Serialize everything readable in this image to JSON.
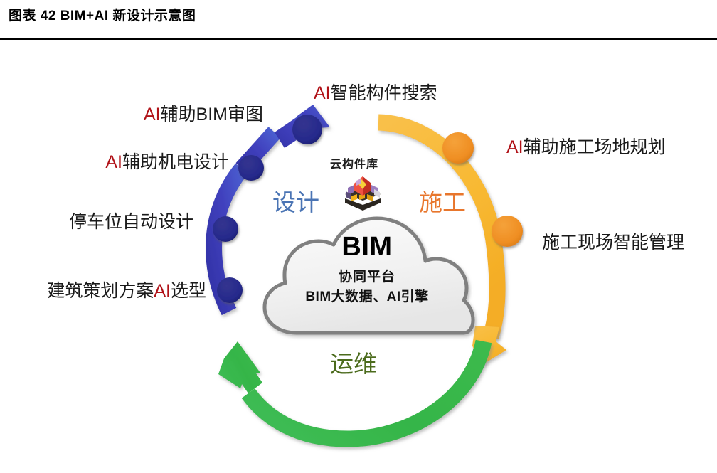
{
  "header": {
    "title": "图表 42 BIM+AI 新设计示意图"
  },
  "diagram": {
    "type": "cycle-diagram",
    "center": {
      "shape": "cloud",
      "title": "BIM",
      "subtitle_1": "协同平台",
      "subtitle_2_prefix": "BIM",
      "subtitle_2_mid": "大数据、",
      "subtitle_2_ai": "AI",
      "subtitle_2_suffix": "引擎"
    },
    "cloud_library": {
      "label": "云构件库",
      "icon": "isometric-blocks-icon"
    },
    "phases": [
      {
        "name": "phase-design",
        "label": "设计",
        "color": "#4a74b4"
      },
      {
        "name": "phase-build",
        "label": "施工",
        "color": "#e8762c"
      },
      {
        "name": "phase-ops",
        "label": "运维",
        "color": "#4b6b1c"
      }
    ],
    "arcs": [
      {
        "name": "design-arc",
        "color": "#3b3bb5",
        "node_color": "#262a8c",
        "nodes": 4,
        "direction": "clockwise"
      },
      {
        "name": "construction-arc",
        "color": "#f6b93c",
        "node_color": "#ef8e23",
        "nodes": 2,
        "direction": "clockwise"
      },
      {
        "name": "operations-arc",
        "color": "#35b548",
        "node_color": "#35b548",
        "nodes": 0,
        "direction": "counter-clockwise"
      }
    ],
    "labels": {
      "review": {
        "ai": "AI",
        "text": "辅助",
        "latin": "BIM",
        "tail": "审图"
      },
      "mep": {
        "ai": "AI",
        "text": "辅助机电设计"
      },
      "parking": {
        "text": "停车位自动设计"
      },
      "scheme": {
        "head": "建筑策划方案",
        "ai": "AI",
        "tail": "选型"
      },
      "component": {
        "ai": "AI",
        "text": "智能构件搜索"
      },
      "site": {
        "ai": "AI",
        "text": "辅助施工场地规划"
      },
      "sitemgmt": {
        "text": "施工现场智能管理"
      }
    }
  },
  "colors": {
    "ai_red": "#b01117",
    "rule_black": "#000000",
    "design_blue": "#3b3bb5",
    "design_node": "#262a8c",
    "build_orange": "#f6b93c",
    "build_node": "#ef8e23",
    "ops_green": "#35b548",
    "cloud_fill": "#f0f0f0",
    "cloud_stroke": "#808080"
  }
}
